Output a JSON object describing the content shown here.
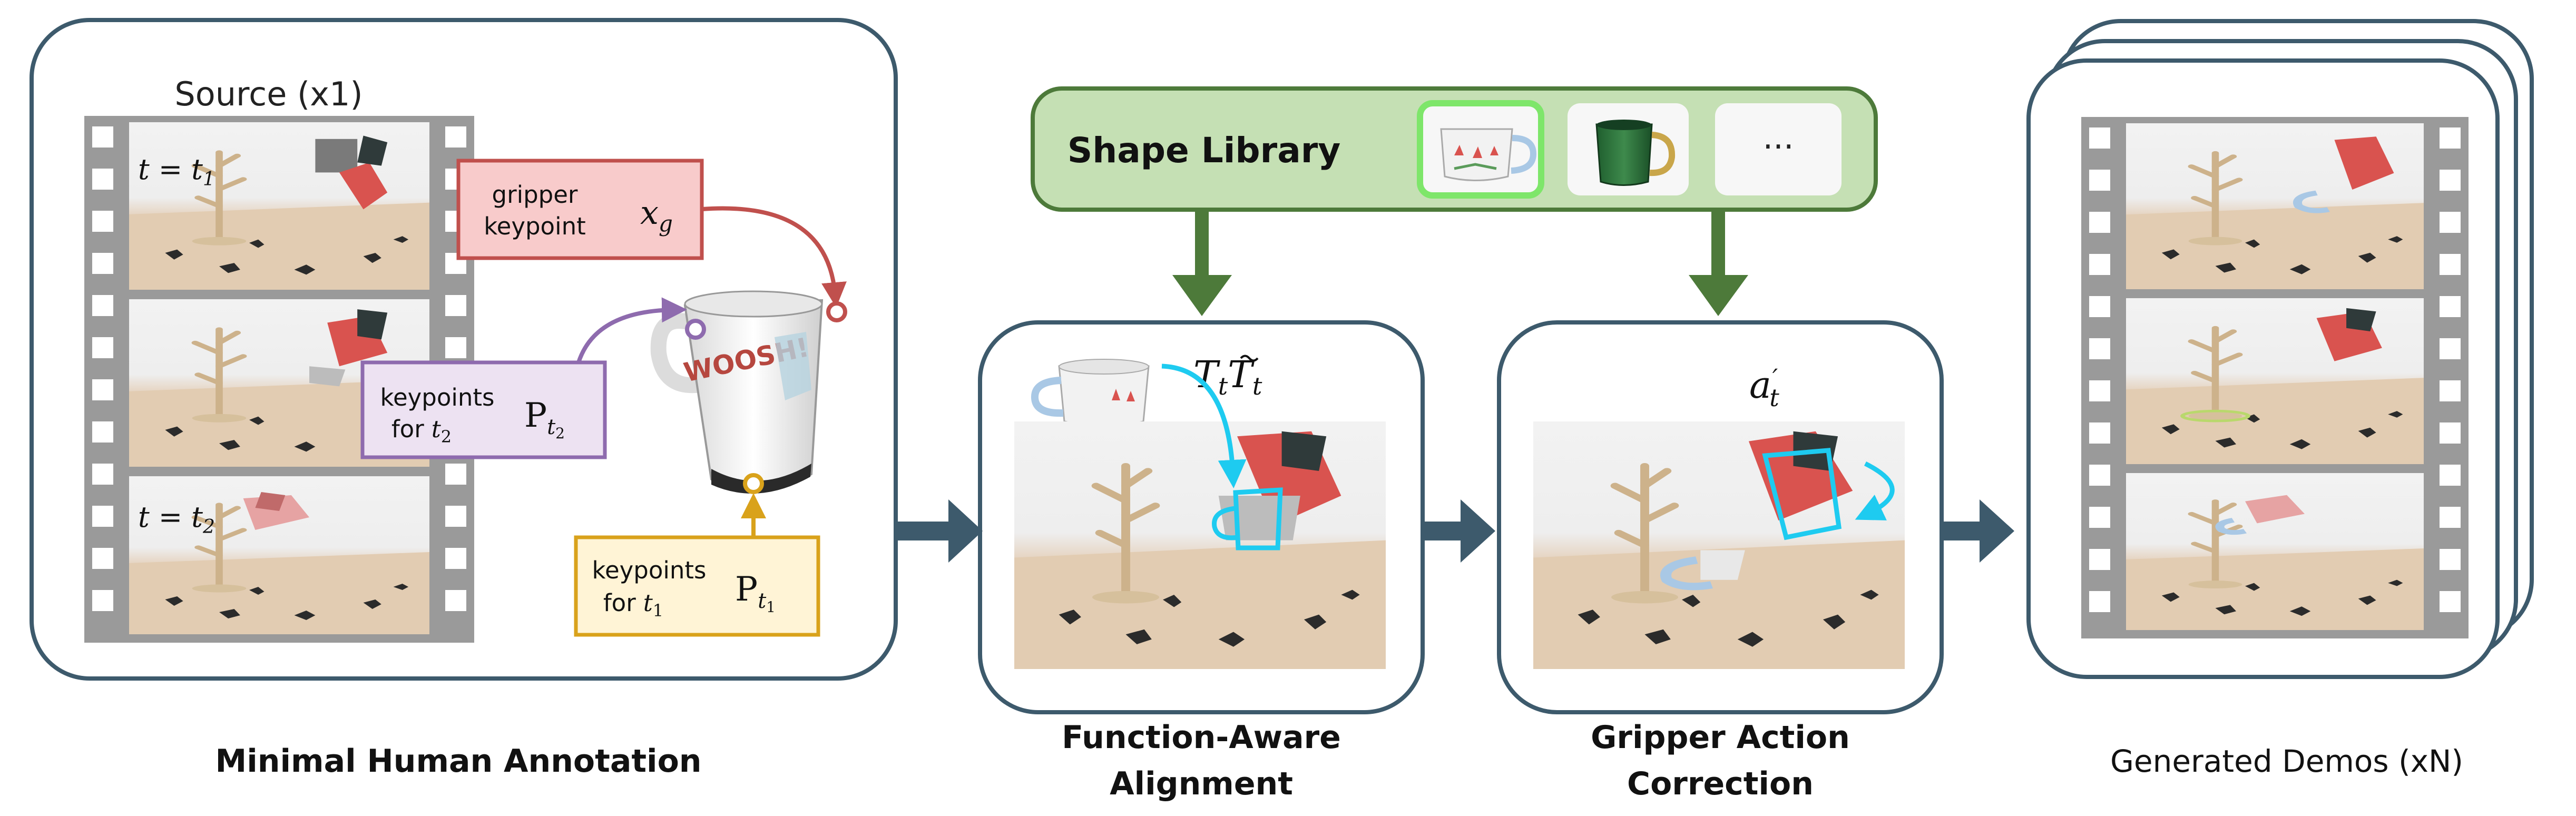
{
  "panels": {
    "annotation": {
      "source_label": "Source (x1)",
      "frame1_label": "t = t",
      "frame1_sub": "1",
      "frame3_label": "t = t",
      "frame3_sub": "2",
      "gripper_box": {
        "line1": "gripper",
        "line2": "keypoint",
        "math": "x",
        "math_sub": "g"
      },
      "keypoints_t2_box": {
        "line1": "keypoints",
        "line2": "for",
        "line2_math": "t",
        "line2_sub": "2",
        "math": "P",
        "math_sub": "t",
        "math_subsub": "2"
      },
      "keypoints_t1_box": {
        "line1": "keypoints",
        "line2": "for",
        "line2_math": "t",
        "line2_sub": "1",
        "math": "P",
        "math_sub": "t",
        "math_subsub": "1"
      },
      "mug_text": "WOOSH!",
      "caption": "Minimal Human Annotation"
    },
    "shape_library": {
      "title": "Shape Library",
      "more": "···"
    },
    "alignment": {
      "math_T": "T",
      "math_sub": "t",
      "math_Ttilde": "T",
      "math_sub2": "t",
      "caption_line1": "Function-Aware",
      "caption_line2": "Alignment"
    },
    "correction": {
      "math_a": "a",
      "math_prime": "′",
      "math_sub": "t",
      "caption_line1": "Gripper Action",
      "caption_line2": "Correction"
    },
    "generated": {
      "caption": "Generated Demos (xN)"
    }
  },
  "colors": {
    "panel_border": "#3d5a6c",
    "arrow_blue": "#3d5a6c",
    "library_fill": "#c5e0b4",
    "library_border": "#4d7a3a",
    "library_arrow": "#4d7a3a",
    "gripper_fill": "#f8cbcb",
    "gripper_border": "#c0504d",
    "kp2_fill": "#ede2f2",
    "kp2_border": "#8e6bae",
    "kp1_fill": "#fff4d6",
    "kp1_border": "#d9a21b",
    "cyan": "#1ecbf0",
    "film": "#9a9a9a"
  }
}
